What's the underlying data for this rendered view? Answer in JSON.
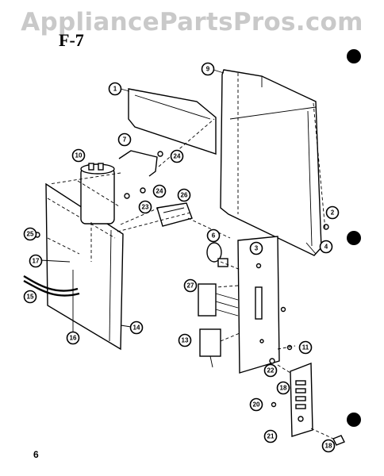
{
  "watermark": "AppliancePartsPros.com",
  "figure_label": "F-7",
  "page_number": "6",
  "callouts": [
    {
      "id": "c1",
      "label": "1"
    },
    {
      "id": "c2",
      "label": "2"
    },
    {
      "id": "c3",
      "label": "3"
    },
    {
      "id": "c4",
      "label": "4"
    },
    {
      "id": "c6",
      "label": "6"
    },
    {
      "id": "c7",
      "label": "7"
    },
    {
      "id": "c9",
      "label": "9"
    },
    {
      "id": "c10",
      "label": "10"
    },
    {
      "id": "c11",
      "label": "11"
    },
    {
      "id": "c13",
      "label": "13"
    },
    {
      "id": "c14",
      "label": "14"
    },
    {
      "id": "c15",
      "label": "15"
    },
    {
      "id": "c16",
      "label": "16"
    },
    {
      "id": "c17",
      "label": "17"
    },
    {
      "id": "c18a",
      "label": "18"
    },
    {
      "id": "c18b",
      "label": "18"
    },
    {
      "id": "c20",
      "label": "20"
    },
    {
      "id": "c21",
      "label": "21"
    },
    {
      "id": "c22",
      "label": "22"
    },
    {
      "id": "c23",
      "label": "23"
    },
    {
      "id": "c24a",
      "label": "24"
    },
    {
      "id": "c24b",
      "label": "24"
    },
    {
      "id": "c25",
      "label": "25"
    },
    {
      "id": "c26",
      "label": "26"
    },
    {
      "id": "c27",
      "label": "27"
    }
  ]
}
